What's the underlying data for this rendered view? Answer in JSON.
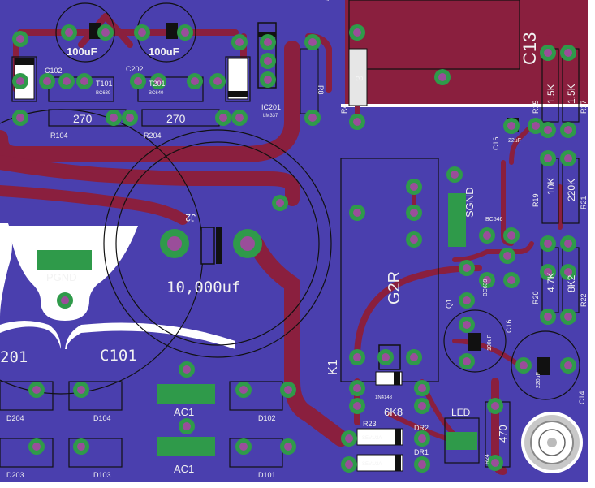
{
  "colors": {
    "board": "#ffffff",
    "ground_plane": "#4a3fae",
    "top_copper": "#8a1f3e",
    "pad_ring": "#2f9a4a",
    "pad_hole": "#9a4e9a",
    "silkscreen": "#f2f2f2",
    "outline": "#111111",
    "hole_rim": "#c8c8c8"
  },
  "labels": {
    "cap_100uf_left": "100uF",
    "cap_100uf_mid": "100uF",
    "c102": "C102",
    "c202": "C202",
    "t101": "T101",
    "t201": "T201",
    "bc639": "BC639",
    "bc640": "BC640",
    "ic201": "IC201",
    "lm337": "LM337",
    "r104": "R104",
    "r204": "R204",
    "r104_value": "270",
    "r204_value": "270",
    "j2": "J2",
    "big_cap_value": "10,000uf",
    "pgnd": "PGND",
    "c201_partial": "201",
    "c101": "C101",
    "ac1": "AC1",
    "ac2_partial": "AC1",
    "d204": "D204",
    "d104": "D104",
    "d102": "D102",
    "d203": "D203",
    "d103": "D103",
    "d101": "D101",
    "c13": "C13",
    "r_top_left": "3",
    "r15": "R15",
    "r17": "R17",
    "r15_value": "1.5K",
    "r17_value": "1.5K",
    "c16_top": "C16",
    "c_22uf": "22uF",
    "sgnd": "SGND",
    "r19": "R19",
    "r21": "R21",
    "r19_value": "10K",
    "r21_value": "220K",
    "bc546": "BC546",
    "bc639_small": "BC639",
    "g2r": "G2R",
    "k1": "K1",
    "q1": "Q1",
    "c16": "C16",
    "c16_value": "100uF",
    "r20": "R20",
    "r22": "R22",
    "r20_value": "4.7K",
    "r22_value": "8K2",
    "c14": "C14",
    "c14_value": "220uF",
    "d1n4148": "1N4148",
    "r6k8": "6K8",
    "r23": "R23",
    "dr1": "DR1",
    "dr2": "DR2",
    "sev1": "SEV1/2A",
    "sev2": "SEV1/2A",
    "led": "LED",
    "r470": "470",
    "r24": "R24",
    "r8": "R8",
    "r4": "R4"
  }
}
